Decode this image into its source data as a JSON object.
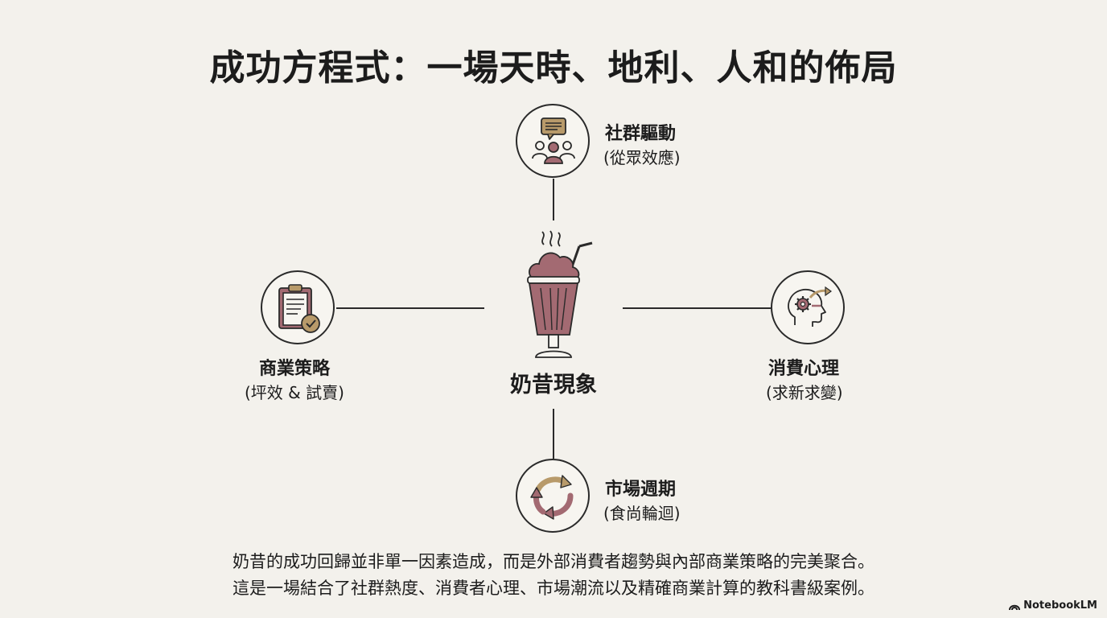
{
  "title": "成功方程式：一場天時、地利、人和的佈局",
  "center": {
    "label": "奶昔現象",
    "icon": "milkshake-icon"
  },
  "nodes": {
    "top": {
      "label": "社群驅動",
      "sub": "(從眾效應)",
      "icon": "community-chat-icon"
    },
    "left": {
      "label": "商業策略",
      "sub": "(坪效 & 試賣)",
      "icon": "clipboard-check-icon"
    },
    "right": {
      "label": "消費心理",
      "sub": "(求新求變)",
      "icon": "head-gear-icon"
    },
    "bottom": {
      "label": "市場週期",
      "sub": "(食尚輪迴)",
      "icon": "cycle-arrows-icon"
    }
  },
  "summary": {
    "line1": "奶昔的成功回歸並非單一因素造成，而是外部消費者趨勢與內部商業策略的完美聚合。",
    "line2": "這是一場結合了社群熱度、消費者心理、市場潮流以及精確商業計算的教科書級案例。"
  },
  "brand": {
    "label": "NotebookLM",
    "icon": "notebooklm-logo-icon"
  },
  "colors": {
    "background": "#f3f1ec",
    "accent_mauve": "#a36a72",
    "accent_gold": "#b89a6a",
    "line": "#2a2a2a"
  }
}
